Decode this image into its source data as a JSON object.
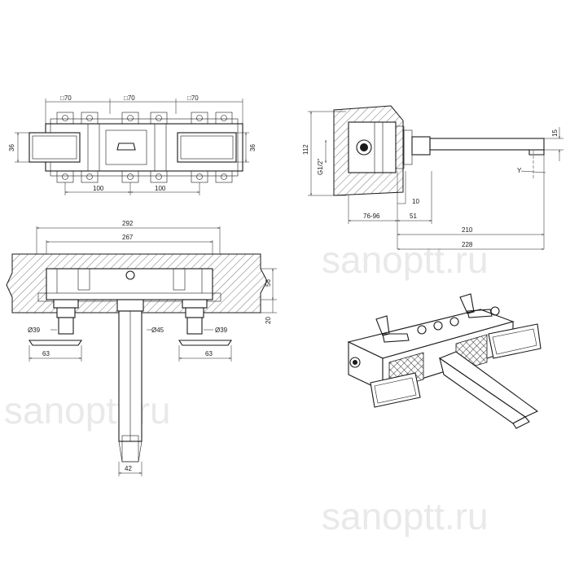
{
  "watermark": {
    "text": "sanoptt.ru"
  },
  "top_view": {
    "openings": [
      "□70",
      "□70",
      "□70"
    ],
    "height": "36",
    "height_right": "36",
    "spacing_left": "100",
    "spacing_right": "100"
  },
  "side_view": {
    "box_height": "112",
    "thread": "G1/2\"",
    "spout_thickness": "15",
    "plate": "10",
    "depth_range": "76-96",
    "offset": "51",
    "projection": "210",
    "total_length": "228",
    "axis_label": "Y"
  },
  "front_view": {
    "overall_width": "292",
    "inner_width": "267",
    "box_depth": "56",
    "trim_depth": "20",
    "left_diameter": "Ø39",
    "center_diameter": "Ø45",
    "right_diameter": "Ø39",
    "left_handle": "63",
    "right_handle": "63",
    "spout_width": "42"
  }
}
